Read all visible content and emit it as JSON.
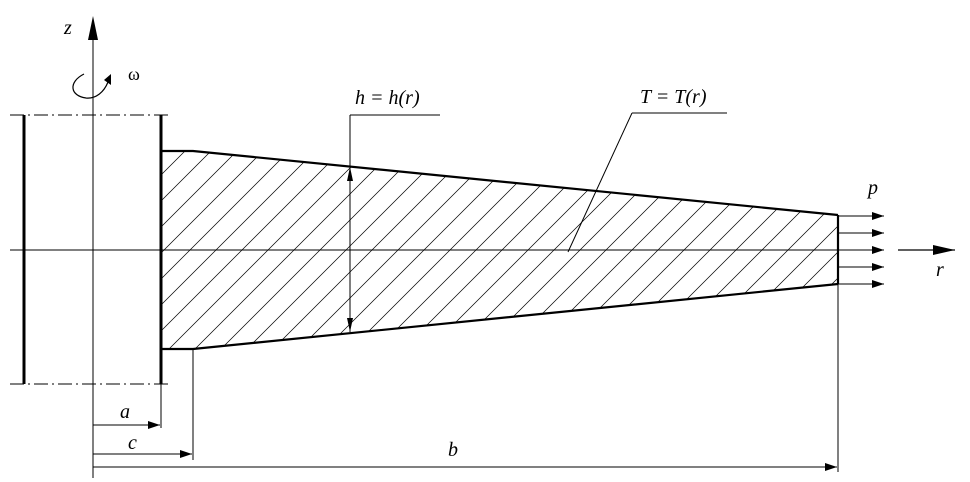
{
  "labels": {
    "z_axis": "z",
    "omega": "ω",
    "thickness": "h = h(r)",
    "temperature": "T = T(r)",
    "pressure": "p",
    "r_axis": "r",
    "dim_a": "a",
    "dim_c": "c",
    "dim_b": "b"
  },
  "colors": {
    "line": "#000000",
    "background": "#ffffff"
  }
}
